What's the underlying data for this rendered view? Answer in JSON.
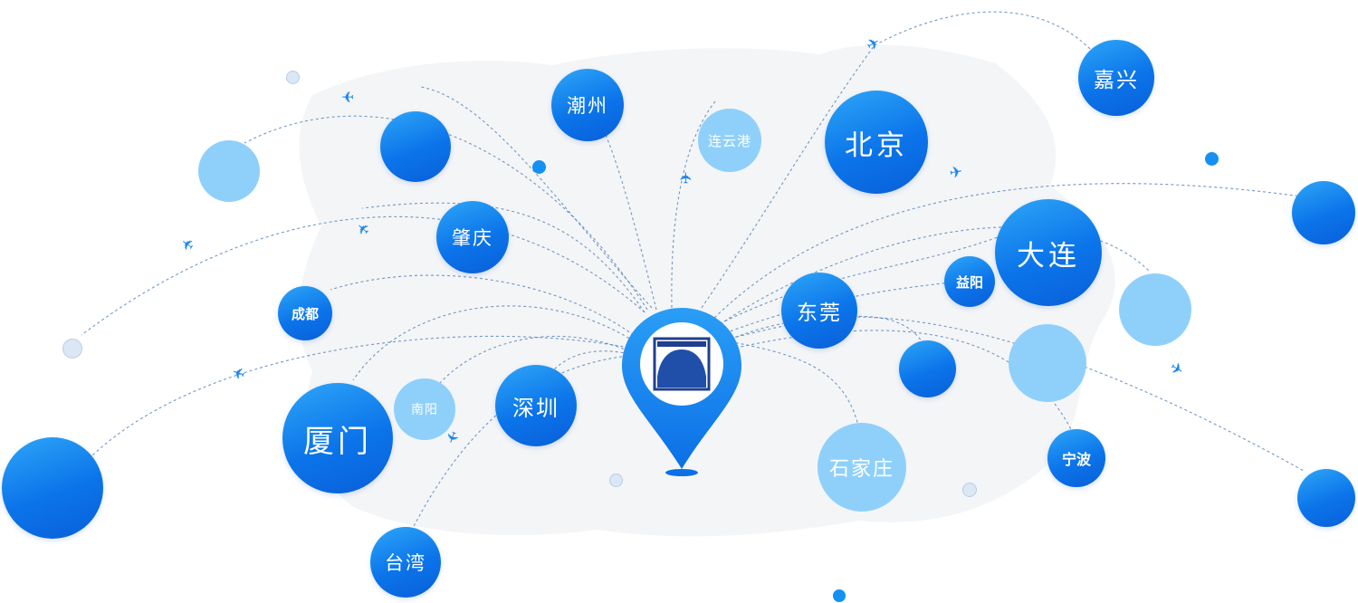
{
  "cities": [
    {
      "id": "chaozhou",
      "label": "潮州",
      "style": "dark",
      "size": "m"
    },
    {
      "id": "lianyungang",
      "label": "连云港",
      "style": "light",
      "size": "s"
    },
    {
      "id": "beijing",
      "label": "北京",
      "style": "dark",
      "size": "xl"
    },
    {
      "id": "jiaxing",
      "label": "嘉兴",
      "style": "dark",
      "size": "m"
    },
    {
      "id": "zhaoqing",
      "label": "肇庆",
      "style": "dark",
      "size": "m"
    },
    {
      "id": "chengdu",
      "label": "成都",
      "style": "dark",
      "size": "xs"
    },
    {
      "id": "dalian",
      "label": "大连",
      "style": "dark",
      "size": "xl"
    },
    {
      "id": "yiyang",
      "label": "益阳",
      "style": "dark",
      "size": "xs"
    },
    {
      "id": "dongguan",
      "label": "东莞",
      "style": "dark",
      "size": "m"
    },
    {
      "id": "nanyang",
      "label": "南阳",
      "style": "light",
      "size": "s"
    },
    {
      "id": "shenzhen",
      "label": "深圳",
      "style": "dark",
      "size": "l"
    },
    {
      "id": "xiamen",
      "label": "厦门",
      "style": "dark",
      "size": "xl"
    },
    {
      "id": "shijiazhuang",
      "label": "石家庄",
      "style": "light",
      "size": "l"
    },
    {
      "id": "ningbo",
      "label": "宁波",
      "style": "dark",
      "size": "xs"
    },
    {
      "id": "taiwan",
      "label": "台湾",
      "style": "dark",
      "size": "m"
    }
  ],
  "colors": {
    "primary": "#0b74ea",
    "light_node": "#8fd0fb",
    "route": "#5b86b8",
    "plane": "#1a86ef",
    "dot": "#1590f3",
    "map": "#f4f5f7"
  },
  "icons": {
    "center": "location-pin-logo-icon",
    "plane": "airplane-icon"
  }
}
